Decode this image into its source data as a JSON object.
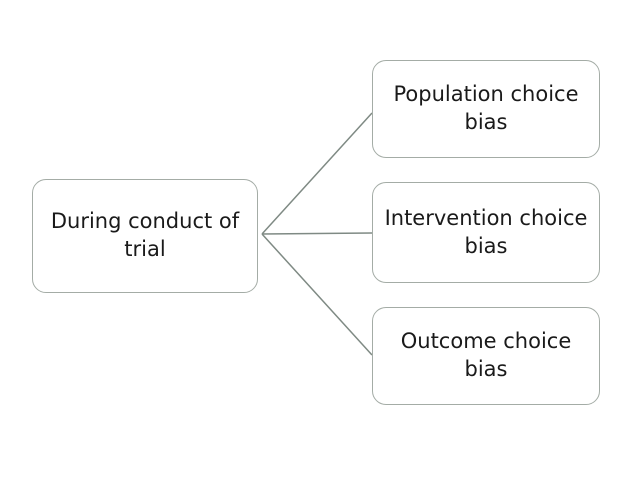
{
  "diagram": {
    "root": {
      "label": "During conduct of trial"
    },
    "children": [
      {
        "label": "Population choice bias"
      },
      {
        "label": "Intervention choice bias"
      },
      {
        "label": "Outcome choice bias"
      }
    ],
    "colors": {
      "background": "#ffffff",
      "box_fill": "#ffffff",
      "box_border": "#a4aca6",
      "connector": "#7f8a84",
      "text": "#1a1a1a"
    }
  }
}
